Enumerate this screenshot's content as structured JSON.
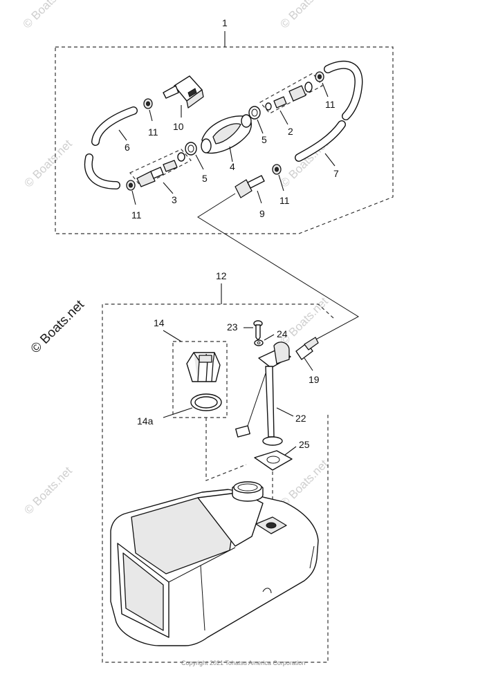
{
  "diagram": {
    "callouts": {
      "c1": "1",
      "c2": "2",
      "c3": "3",
      "c4": "4",
      "c5a": "5",
      "c5b": "5",
      "c6": "6",
      "c7": "7",
      "c9": "9",
      "c10": "10",
      "c11a": "11",
      "c11b": "11",
      "c11c": "11",
      "c11d": "11",
      "c12": "12",
      "c14": "14",
      "c14a": "14a",
      "c19": "19",
      "c22": "22",
      "c23": "23",
      "c24": "24",
      "c25": "25"
    },
    "watermark": {
      "main": "© Boats.net",
      "faint": "© Boats.net"
    },
    "copyright": "Copyright 2021 Tohatsu America Corporation"
  }
}
